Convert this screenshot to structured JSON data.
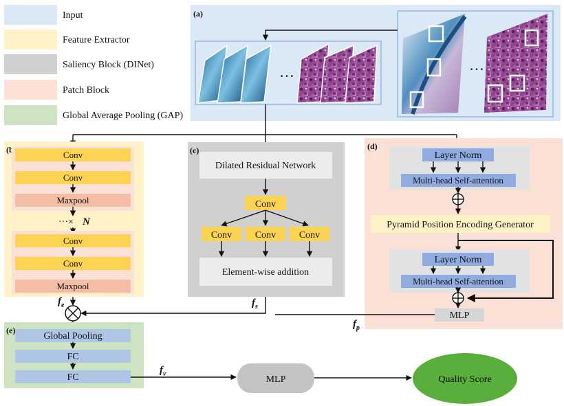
{
  "legend": [
    {
      "label": "Input",
      "color": "#dbe9f6"
    },
    {
      "label": "Feature Extractor",
      "color": "#fff2c7"
    },
    {
      "label": "Saliency Block (DINet)",
      "color": "#d0d0d0"
    },
    {
      "label": "Patch Block",
      "color": "#fbe1d5"
    },
    {
      "label": "Global Average Pooling (GAP)",
      "color": "#cde3c1"
    }
  ],
  "panels": {
    "a": {
      "tag": "(a)"
    },
    "b": {
      "tag": "(b)",
      "layers_top": [
        "Conv",
        "Conv",
        "Maxpool"
      ],
      "repeat": "···×",
      "repeat_n": "N",
      "layers_bottom": [
        "Conv",
        "Conv",
        "Maxpool"
      ]
    },
    "c": {
      "tag": "(c)",
      "drn": "Dilated Residual Network",
      "conv": "Conv",
      "branches": [
        "Conv",
        "Conv",
        "Conv"
      ],
      "addition": "Element-wise addition"
    },
    "d": {
      "tag": "(d)",
      "norm1": "Layer Norm",
      "attn1": "Multi-head Self-attention",
      "ppeg": "Pyramid Position Encoding Generator",
      "norm2": "Layer Norm",
      "attn2": "Multi-head Self-attention",
      "mlp": "MLP"
    },
    "e": {
      "tag": "(e)",
      "layers": [
        "Global Pooling",
        "FC",
        "FC"
      ]
    }
  },
  "features": {
    "fe": {
      "base": "f",
      "sub": "e"
    },
    "fs": {
      "base": "f",
      "sub": "s"
    },
    "fp": {
      "base": "f",
      "sub": "p"
    },
    "fv": {
      "base": "f",
      "sub": "v"
    }
  },
  "dots": "…",
  "mlp_final": "MLP",
  "quality_score": "Quality Score",
  "colors": {
    "input_bg": "#dbe9f6",
    "feature_bg": "#fff2c7",
    "saliency_bg": "#d0d0d0",
    "patch_bg": "#fbe1d5",
    "gap_bg": "#cde3c1",
    "conv": "#fdd354",
    "maxpool": "#f3bea5",
    "norm": "#90abe0",
    "gap_layer": "#afc5e5",
    "quality": "#5aae3b"
  },
  "icons": [
    "multiply-circle-icon",
    "plus-circle-icon"
  ]
}
